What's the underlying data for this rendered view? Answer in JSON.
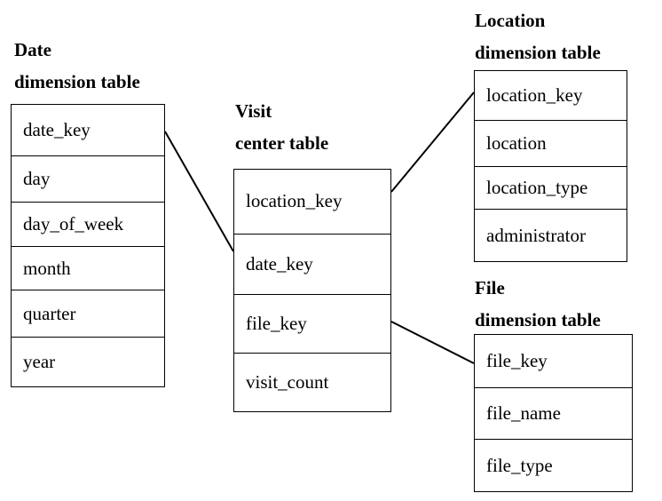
{
  "tables": {
    "date": {
      "title_line1": "Date",
      "title_line2": "dimension table",
      "fields": [
        "date_key",
        "day",
        "day_of_week",
        "month",
        "quarter",
        "year"
      ]
    },
    "visit": {
      "title_line1": "Visit",
      "title_line2": "center table",
      "fields": [
        "location_key",
        "date_key",
        "file_key",
        "visit_count"
      ]
    },
    "location": {
      "title_line1": "Location",
      "title_line2": "dimension table",
      "fields": [
        "location_key",
        "location",
        "location_type",
        "administrator"
      ]
    },
    "file": {
      "title_line1": "File",
      "title_line2": "dimension table",
      "fields": [
        "file_key",
        "file_name",
        "file_type"
      ]
    }
  },
  "relations": [
    {
      "from": "visit.date_key",
      "to": "date.date_key"
    },
    {
      "from": "visit.location_key",
      "to": "location.location_key"
    },
    {
      "from": "visit.file_key",
      "to": "file.file_key"
    }
  ]
}
